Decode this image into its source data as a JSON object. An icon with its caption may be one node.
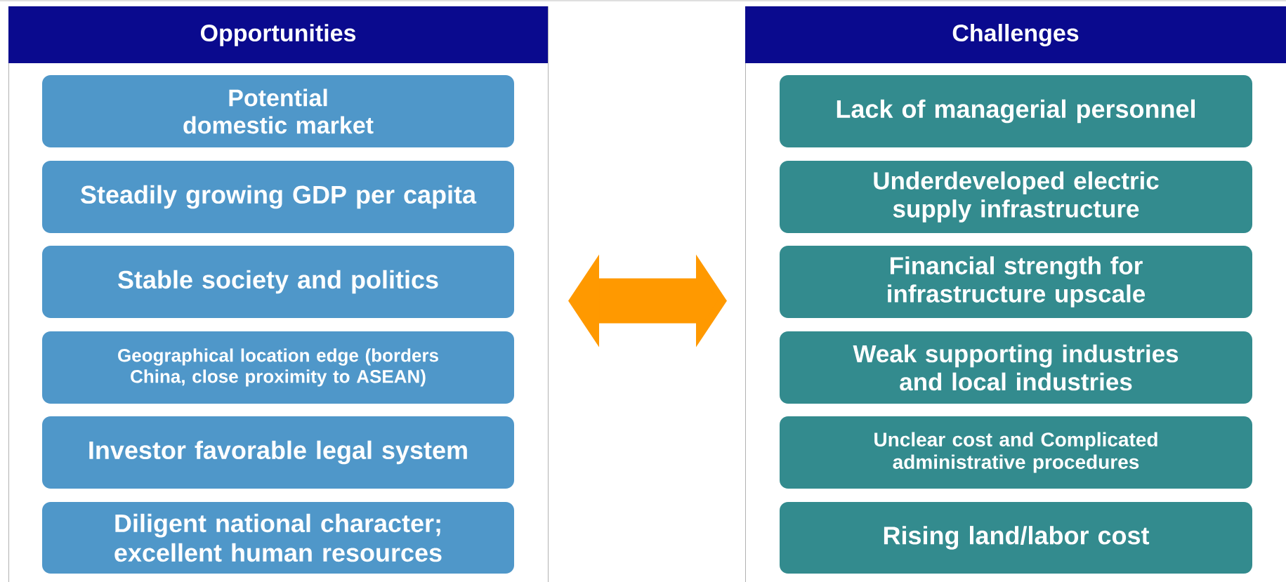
{
  "diagram": {
    "nodes": [
      {
        "text": [
          "Opportunities"
        ]
      },
      {
        "text": [
          "Potential domestic market"
        ],
        "in": 0
      },
      {
        "text": [
          "Steadily growing GDP per capita"
        ],
        "in": 0
      },
      {
        "text": [
          "Stable society and politics"
        ],
        "in": 0
      },
      {
        "text": [
          "Geographical location edge (borders China, close proximity to ASEAN)"
        ],
        "in": 0
      },
      {
        "text": [
          "Investor favorable legal system"
        ],
        "in": 0
      },
      {
        "text": [
          "Diligent national character; excellent human resources"
        ],
        "in": 0
      },
      {
        "text": [
          "Challenges"
        ]
      },
      {
        "text": [
          "Lack of managerial personnel"
        ],
        "in": 7
      },
      {
        "text": [
          "Underdeveloped electric supply infrastructure"
        ],
        "in": 7
      },
      {
        "text": [
          "Financial strength for infrastructure upscale"
        ],
        "in": 7
      },
      {
        "text": [
          "Weak supporting industries and local industries"
        ],
        "in": 7
      },
      {
        "text": [
          "Unclear cost and Complicated administrative procedures"
        ],
        "in": 7
      },
      {
        "text": [
          "Rising land/labor cost"
        ],
        "in": 7
      }
    ],
    "edges": [
      {
        "from": 0,
        "to": 7,
        "arrow": "both",
        "color": "#ff9900"
      }
    ]
  }
}
